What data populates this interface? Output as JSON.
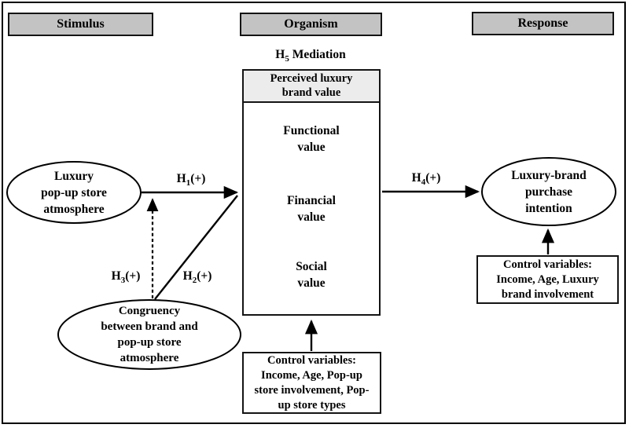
{
  "figure": {
    "headers": {
      "stimulus": "Stimulus",
      "organism": "Organism",
      "response": "Response"
    },
    "mediation": {
      "base": "H",
      "sub": "5",
      "rest": " Mediation"
    },
    "organism_box": {
      "header_line1": "Perceived luxury",
      "header_line2": "brand value",
      "ellipses": [
        {
          "line1": "Functional",
          "line2": "value"
        },
        {
          "line1": "Financial",
          "line2": "value"
        },
        {
          "line1": "Social",
          "line2": "value"
        }
      ]
    },
    "left_ellipse": {
      "line1": "Luxury",
      "line2": "pop-up store",
      "line3": "atmosphere"
    },
    "congruency_ellipse": {
      "line1": "Congruency",
      "line2": "between brand and",
      "line3": "pop-up store",
      "line4": "atmosphere"
    },
    "right_ellipse": {
      "line1": "Luxury-brand",
      "line2": "purchase",
      "line3": "intention"
    },
    "hypotheses": {
      "h1": {
        "base": "H",
        "sub": "1",
        "paren": "(+)"
      },
      "h2": {
        "base": "H",
        "sub": "2",
        "paren": "(+)"
      },
      "h3": {
        "base": "H",
        "sub": "3",
        "paren": "(+)"
      },
      "h4": {
        "base": "H",
        "sub": "4",
        "paren": "(+)"
      }
    },
    "control_bottom": {
      "line1": "Control variables:",
      "line2": "Income, Age, Pop-up",
      "line3": "store involvement, Pop-",
      "line4": "up store types"
    },
    "control_right": {
      "line1": "Control variables:",
      "line2": "Income, Age, Luxury",
      "line3": "brand involvement"
    },
    "colors": {
      "header_fill": "#c3c3c3",
      "subheader_fill": "#ececec",
      "line": "#000000",
      "background": "#ffffff"
    }
  }
}
